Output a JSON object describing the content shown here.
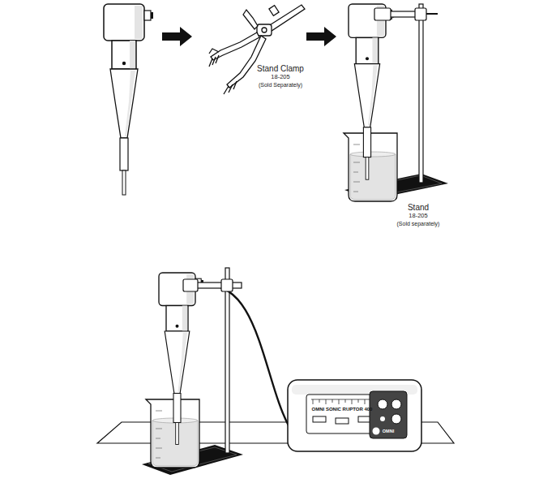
{
  "diagram": {
    "labels": [
      "Stand Clamp",
      "18-205",
      "(Sold Separately)",
      "Stand",
      "18-205",
      "(Sold separately)",
      "OMNI SONIC RUPTOR 400",
      "OMNI"
    ]
  }
}
